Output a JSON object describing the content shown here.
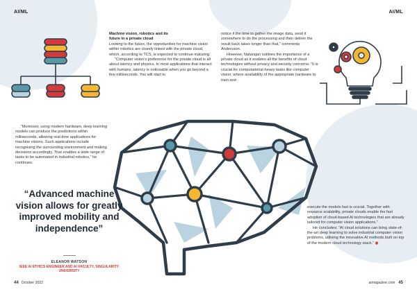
{
  "left_page": {
    "section_tag": "AI/ML",
    "page_number": "44",
    "issue": "October 2022"
  },
  "right_page": {
    "section_tag": "AI/ML",
    "website": "aimagazine.com",
    "page_number": "45"
  },
  "column_center": {
    "heading_line1": "Machine vision, robotics and its",
    "heading_line2": "future in a private cloud",
    "para1": "Looking to the future, the opportunities for machine vision within robotics are closely linked with the private cloud, which, according to TCS, is expected to continue maturing.",
    "para2": "“Computer vision’s preference for the private cloud is all about latency and physics. In most applications that interact with humans, latency is noticeable when you go beyond a few milliseconds. You will start to"
  },
  "column_right": {
    "para1": "notice if the time to gather the image data, send it somewhere to do the processing and then deliver the result back takes longer than that,” comments Andersson.",
    "para2": "However, Natarajan outlines the importance of a private cloud as it enables all the benefits of cloud technologies without privacy and security concerns: “It is crucial for computational-heavy tasks like computer vision, where availability of the appropriate hardware to train and"
  },
  "column_left": {
    "para1": "“Moreover, using modern hardware, deep learning models can produce the predictions within milliseconds, allowing real-time applications for machine visions. Such applications include recognising the surrounding environment and making decisions accordingly. That enables a wide range of tasks to be automated in industrial robotics,” he continues."
  },
  "column_bottom_right": {
    "para1": "execute the models fast is crucial. Together with resource scalability, private clouds enable the fast adoption of cloud-based AI technologies that are already tailored for computer vision applications.”",
    "para2": "He concludes: “AI cloud solutions can bring state-of-the-art deep learning to solve industrial computer vision problems, utilising the innovative AI methods built on top of the modern cloud technology stack.”"
  },
  "pull_quote": {
    "text": "“Advanced machine vision allows for greatly improved mobility and independence”",
    "author": "ELEANOR WATSON",
    "role": "IEEE AI ETHICS ENGINEER AND AI FACULTY, SINGULARITY UNIVERSITY"
  },
  "colors": {
    "accent_red": "#d23b3b",
    "navy": "#2f3c49",
    "light_blue": "#b9d3e0",
    "blob": "#e7eef3",
    "yellow": "#f3b733",
    "teal": "#5a98a8"
  },
  "icons": [
    "database-tree-icon",
    "lightbulb-gears-icon",
    "brain-network-icon",
    "end-marker-icon"
  ]
}
